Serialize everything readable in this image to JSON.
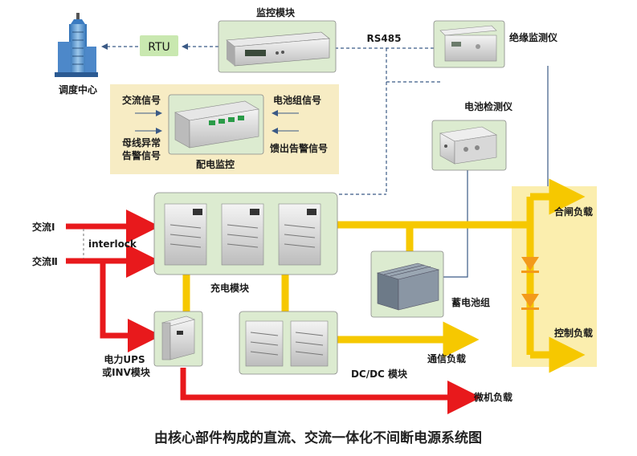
{
  "diagram": {
    "caption": "由核心部件构成的直流、交流一体化不间断电源系统图",
    "rtu_label": "RTU",
    "dispatch_center_label": "调度中心",
    "monitor_module_label": "监控模块",
    "rs485_label": "RS485",
    "insulation_monitor_label": "绝缘监测仪",
    "battery_tester_label": "电池检测仪",
    "distribution_monitor_label": "配电监控",
    "ac_signal_label": "交流信号",
    "bus_alarm_label_1": "母线异常",
    "bus_alarm_label_2": "告警信号",
    "battery_signal_label": "电池组信号",
    "feeder_alarm_label": "馈出告警信号",
    "ac_in_1_label": "交流Ⅰ",
    "ac_in_2_label": "交流Ⅱ",
    "interlock_label": "interlock",
    "charger_label": "充电模块",
    "battery_bank_label": "蓄电池组",
    "ups_label_1": "电力UPS",
    "ups_label_2": "或INV模块",
    "dcdc_label": "DC/DC 模块",
    "closing_load_label": "合闸负载",
    "control_load_label": "控制负载",
    "comm_load_label": "通信负载",
    "micro_load_label": "微机负载"
  },
  "colors": {
    "ac_arrow": "#e8191c",
    "dc_bus": "#f6c800",
    "panel_fill": "#f7ecc4",
    "module_box": "#dcebd0",
    "load_panel": "#fbeeae",
    "rtu_box": "#c9e8b0",
    "dashed_line": "#3b5a86"
  }
}
